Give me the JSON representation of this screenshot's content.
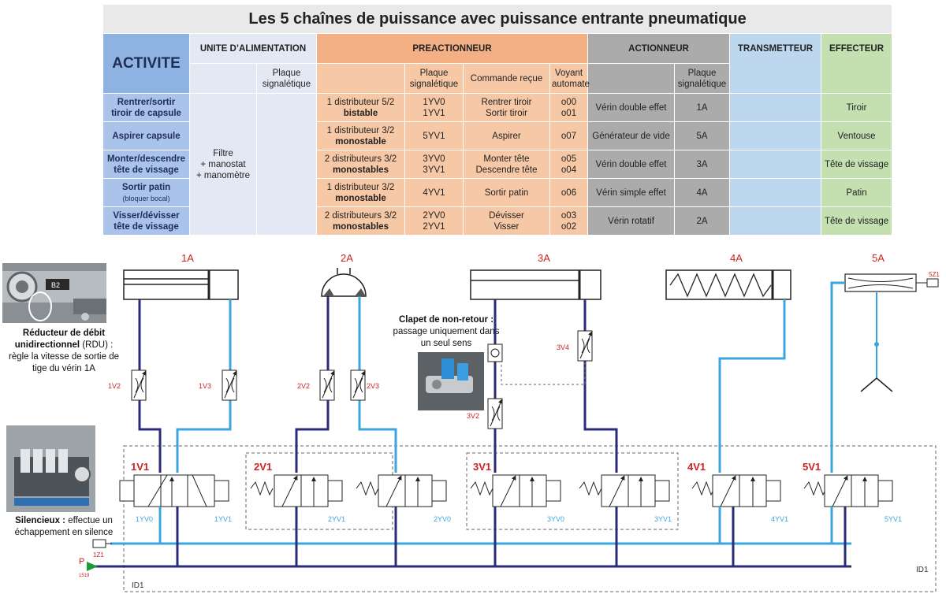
{
  "title": "Les 5 chaînes de puissance avec puissance entrante pneumatique",
  "headers": {
    "activite": "ACTIVITE",
    "unite": "UNITE D’ALIMENTATION",
    "preactionneur": "PREACTIONNEUR",
    "actionneur": "ACTIONNEUR",
    "transmetteur": "TRANSMETTEUR",
    "effecteur": "EFFECTEUR",
    "plaque": "Plaque signalétique",
    "commande": "Commande reçue",
    "voyant": "Voyant automate"
  },
  "alimentation": [
    "Filtre",
    "+ manostat",
    "+ manomètre"
  ],
  "rows": [
    {
      "activite": [
        "Rentrer/sortir",
        "tiroir de capsule"
      ],
      "activite_note": "",
      "distrib": "1 distributeur 5/2",
      "distrib_type": "bistable",
      "plaque": [
        "1YV0",
        "1YV1"
      ],
      "commande": [
        "Rentrer tiroir",
        "Sortir tiroir"
      ],
      "voyant": [
        "o00",
        "o01"
      ],
      "actionneur": "Vérin double effet",
      "act_plaque": "1A",
      "effecteur": "Tiroir"
    },
    {
      "activite": [
        "Aspirer capsule"
      ],
      "activite_note": "",
      "distrib": "1 distributeur 3/2",
      "distrib_type": "monostable",
      "plaque": [
        "5YV1"
      ],
      "commande": [
        "Aspirer"
      ],
      "voyant": [
        "o07"
      ],
      "actionneur": "Générateur de vide",
      "act_plaque": "5A",
      "effecteur": "Ventouse"
    },
    {
      "activite": [
        "Monter/descendre",
        "tête de vissage"
      ],
      "activite_note": "",
      "distrib": "2 distributeurs 3/2",
      "distrib_type": "monostables",
      "plaque": [
        "3YV0",
        "3YV1"
      ],
      "commande": [
        "Monter tête",
        "Descendre tête"
      ],
      "voyant": [
        "o05",
        "o04"
      ],
      "actionneur": "Vérin double effet",
      "act_plaque": "3A",
      "effecteur": "Tête de vissage"
    },
    {
      "activite": [
        "Sortir patin"
      ],
      "activite_note": "(bloquer bocal)",
      "distrib": "1 distributeur 3/2",
      "distrib_type": "monostable",
      "plaque": [
        "4YV1"
      ],
      "commande": [
        "Sortir patin"
      ],
      "voyant": [
        "o06"
      ],
      "actionneur": "Vérin simple effet",
      "act_plaque": "4A",
      "effecteur": "Patin"
    },
    {
      "activite": [
        "Visser/dévisser",
        "tête de vissage"
      ],
      "activite_note": "",
      "distrib": "2 distributeurs 3/2",
      "distrib_type": "monostables",
      "plaque": [
        "2YV0",
        "2YV1"
      ],
      "commande": [
        "Dévisser",
        "Visser"
      ],
      "voyant": [
        "o03",
        "o02"
      ],
      "actionneur": "Vérin rotatif",
      "act_plaque": "2A",
      "effecteur": "Tête de vissage"
    }
  ],
  "notes": {
    "rdu_title": "Réducteur de débit unidirectionnel",
    "rdu_abbr": "(RDU) :",
    "rdu_desc": "règle la vitesse de sortie de tige du vérin 1A",
    "clapet_title": "Clapet de non-retour :",
    "clapet_desc": "passage uniquement dans un seul sens",
    "silencieux_title": "Silencieux :",
    "silencieux_desc": "effectue un échappement en silence"
  },
  "diagram": {
    "actuators": [
      "1A",
      "2A",
      "3A",
      "4A",
      "5A"
    ],
    "valves": [
      "1V1",
      "2V1",
      "3V1",
      "4V1",
      "5V1"
    ],
    "restrictors": [
      "1V2",
      "1V3",
      "2V2",
      "2V3",
      "3V2",
      "3V4"
    ],
    "solenoids": [
      "1YV0",
      "1YV1",
      "2YV1",
      "2YV0",
      "3YV0",
      "3YV1",
      "4YV1",
      "5YV1"
    ],
    "misc": {
      "supply": "P",
      "supply_sub": "1519",
      "silencer": "1Z1",
      "sensor": "5Z1",
      "frame_left": "ID1",
      "frame_right": "ID1"
    }
  },
  "colors": {
    "pressure": "#2b2b7a",
    "work": "#3aa6dd",
    "label_red": "#cc2222"
  }
}
